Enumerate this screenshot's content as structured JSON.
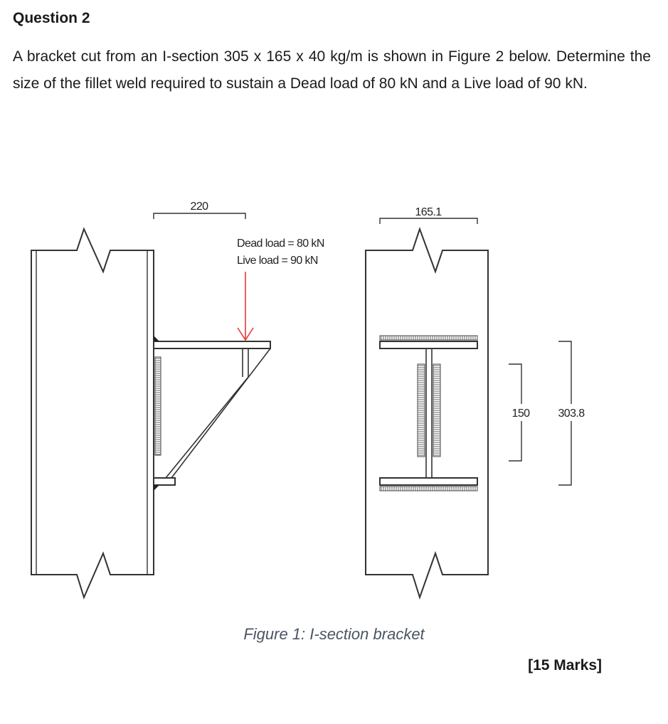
{
  "question": {
    "title": "Question 2",
    "text": "A bracket cut from an I-section 305 x 165 x 40 kg/m is shown in Figure 2 below. Determine the size of the fillet weld required to sustain a Dead load of 80 kN and a Live load of 90 kN."
  },
  "figure": {
    "dimensions": {
      "bracket_length": "220",
      "flange_width": "165.1",
      "inner_height": "150",
      "overall_depth": "303.8"
    },
    "loads": {
      "dead": "Dead load = 80 kN",
      "live": "Live load = 90 kN"
    },
    "colors": {
      "load_arrow": "#e53935",
      "line": "#333333"
    },
    "caption": "Figure 1: I-section bracket"
  },
  "marks": "[15 Marks]"
}
